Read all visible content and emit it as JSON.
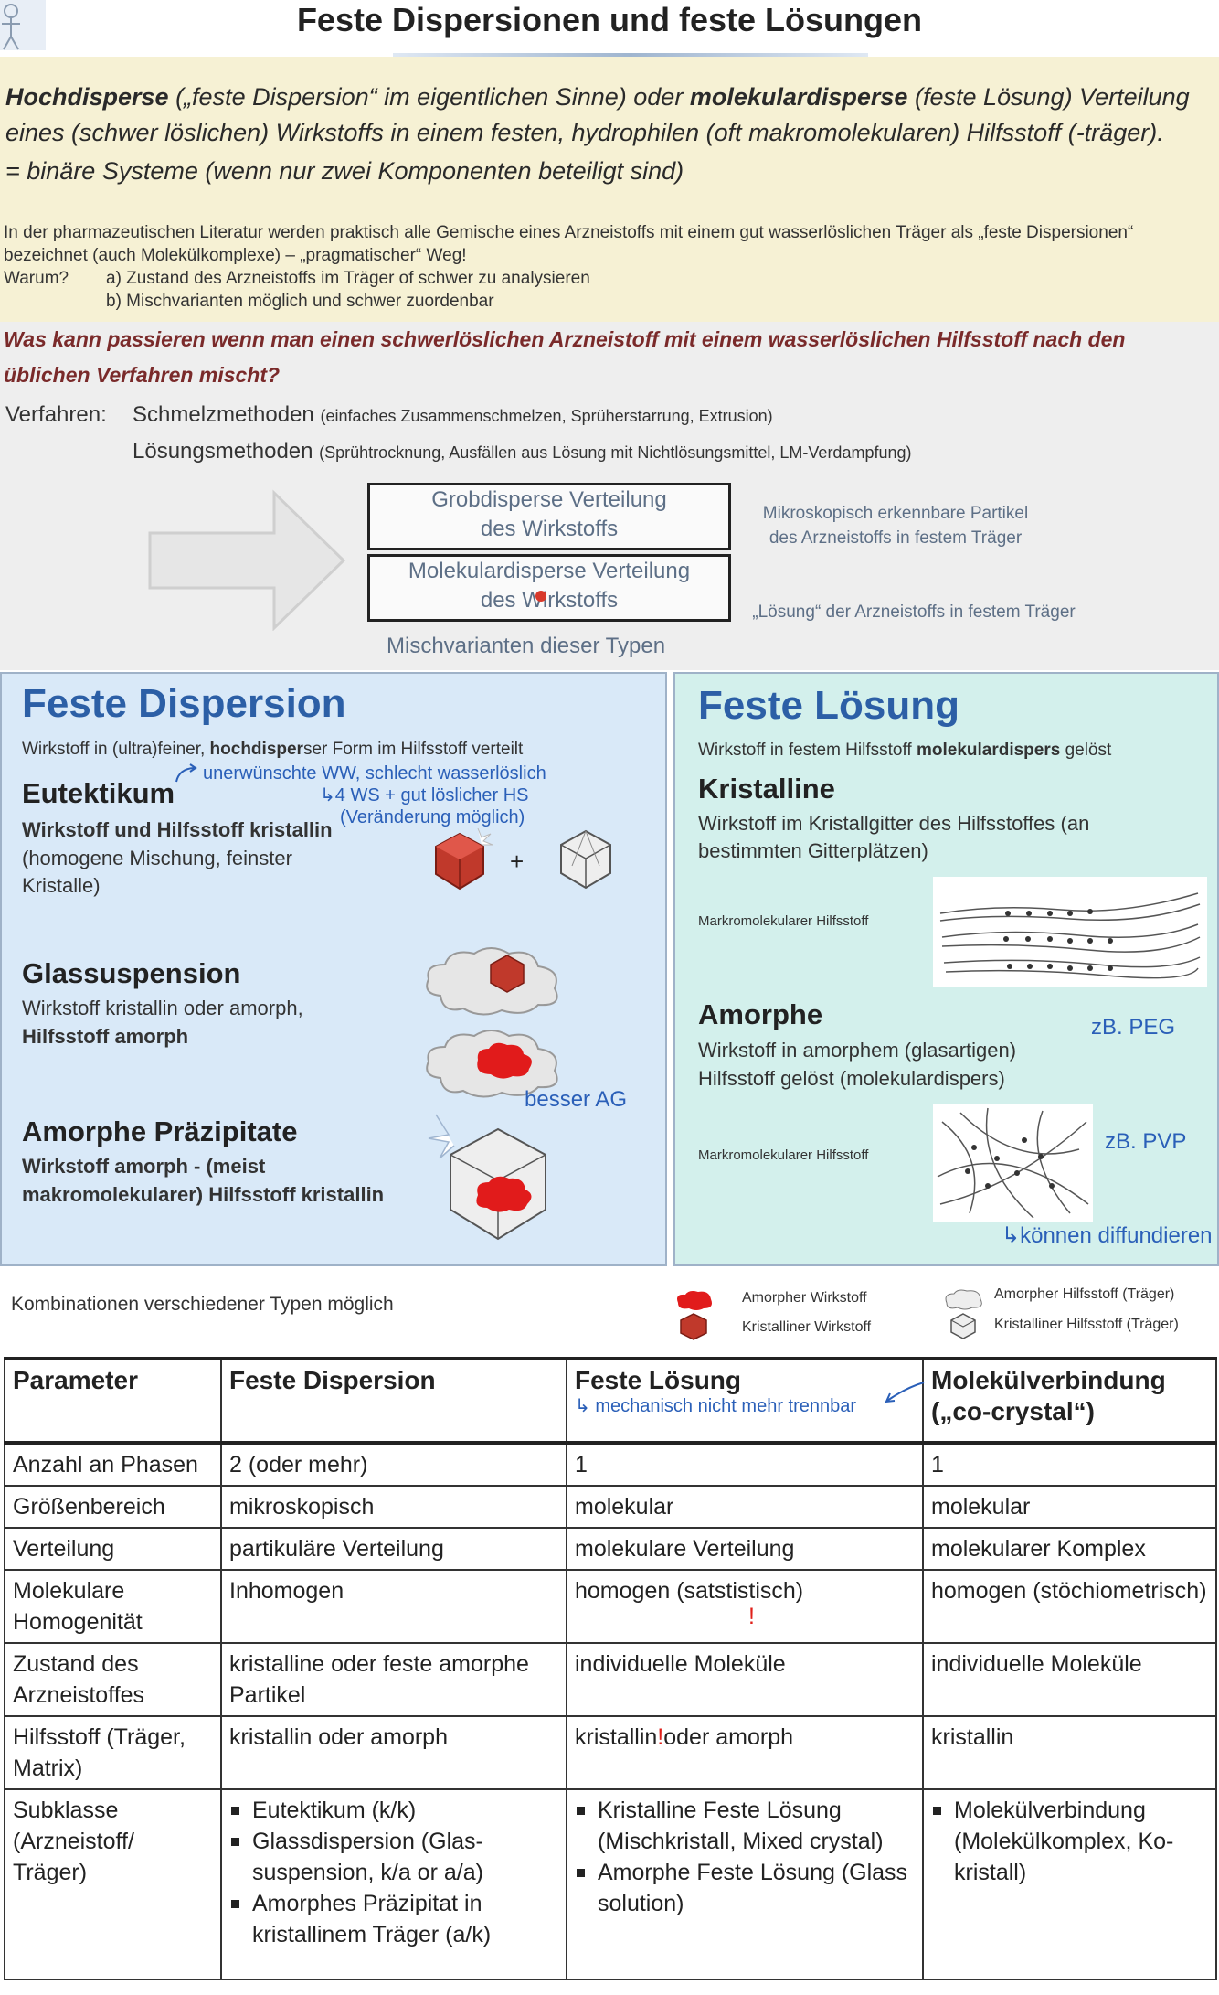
{
  "slide1": {
    "title": "Feste Dispersionen und feste Lösungen",
    "intro_line1_bold1": "Hochdisperse",
    "intro_line1_plain1": " („feste Dispersion“ im eigentlichen Sinne) oder ",
    "intro_line1_bold2": "molekulardisperse",
    "intro_line1_plain2": " (feste Lösung) Verteilung",
    "intro_line2": "eines (schwer löslichen) Wirkstoffs in einem festen, hydrophilen (oft makromolekularen) Hilfsstoff (-träger).",
    "intro_line3": "= binäre Systeme (wenn nur zwei Komponenten beteiligt sind)",
    "lit_line1": "In der pharmazeutischen Literatur werden praktisch alle Gemische eines Arzneistoffs mit einem gut wasserlöslichen Träger als „feste Dispersionen“",
    "lit_line2": "bezeichnet (auch Molekülkomplexe) – „pragmatischer“ Weg!",
    "warum_label": "Warum?",
    "warum_a": "a) Zustand des Arzneistoffs im Träger of schwer zu analysieren",
    "warum_b": "b) Mischvarianten möglich und schwer zuordenbar",
    "question_line1": "Was kann passieren wenn man einen schwerlöslichen Arzneistoff mit einem wasserlöslichen Hilfsstoff nach den",
    "question_line2": "üblichen Verfahren mischt?",
    "verfahren_label": "Verfahren:",
    "method1_name": "Schmelzmethoden",
    "method1_detail": "(einfaches Zusammenschmelzen, Sprüherstarrung, Extrusion)",
    "method2_name": "Lösungsmethoden",
    "method2_detail": "(Sprühtrocknung, Ausfällen aus Lösung mit Nichtlösungsmittel, LM-Verdampfung)",
    "box1_line1": "Grobdisperse Verteilung",
    "box1_line2": "des Wirkstoffs",
    "box2_line1": "Molekulardisperse Verteilung",
    "box2_line2": "des Wirkstoffs",
    "misch": "Mischvarianten dieser Typen",
    "note1_line1": "Mikroskopisch erkennbare Partikel",
    "note1_line2": "des Arzneistoffs in festem Träger",
    "note2": "„Lösung“ der Arzneistoffs in festem Träger"
  },
  "left_panel": {
    "title": "Feste Dispersion",
    "sub_plain1": "Wirkstoff in (ultra)feiner, ",
    "sub_bold": "hochdisper",
    "sub_plain2": "ser Form im Hilfsstoff verteilt",
    "note_a": "unerwünschte WW, schlecht wasserlöslich",
    "note_b": "4 WS + gut löslicher HS",
    "note_c": "(Veränderung möglich)",
    "eut_title": "Eutektikum",
    "eut_bold": "Wirkstoff und Hilfsstoff kristallin",
    "eut_line2": "(homogene Mischung, feinster",
    "eut_line3": "Kristalle)",
    "plus": "+",
    "glass_title": "Glassuspension",
    "glass_line1": "Wirkstoff kristallin oder amorph,",
    "glass_line2": "Hilfsstoff amorph",
    "besser": "besser AG",
    "amorph_title": "Amorphe Präzipitate",
    "amorph_line1": "Wirkstoff amorph - (meist",
    "amorph_line2": "makromolekularer) Hilfsstoff kristallin"
  },
  "right_panel": {
    "title": "Feste Lösung",
    "sub_plain1": "Wirkstoff in festem Hilfsstoff ",
    "sub_bold": "molekulardispers",
    "sub_plain2": " gelöst",
    "krist_title": "Kristalline",
    "krist_line1": "Wirkstoff im Kristallgitter des Hilfsstoffes (an",
    "krist_line2": "bestimmten Gitterplätzen)",
    "makro1": "Markromolekularer Hilfsstoff",
    "peg": "zB. PEG",
    "amorph_title": "Amorphe",
    "amorph_line1": "Wirkstoff in amorphem (glasartigen)",
    "amorph_line2": "Hilfsstoff gelöst (molekulardispers)",
    "makro2": "Markromolekularer Hilfsstoff",
    "pvp": "zB. PVP",
    "diff": "können diffundieren"
  },
  "legend": {
    "kombi": "Kombinationen verschiedener Typen möglich",
    "amorpher_wirkstoff": "Amorpher Wirkstoff",
    "kristalliner_wirkstoff": "Kristalliner Wirkstoff",
    "amorpher_hilfsstoff": "Amorpher Hilfsstoff (Träger)",
    "kristalliner_hilfsstoff": "Kristalliner Hilfsstoff (Träger)"
  },
  "table": {
    "headers": [
      "Parameter",
      "Feste Dispersion",
      "Feste Lösung",
      "Molekülverbindung"
    ],
    "header_note": "mechanisch nicht mehr trennbar",
    "header_last_line2": "(„co-crystal“)",
    "rows": [
      [
        "Anzahl an Phasen",
        "2 (oder mehr)",
        "1",
        "1"
      ],
      [
        "Größenbereich",
        "mikroskopisch",
        "molekular",
        "molekular"
      ],
      [
        "Verteilung",
        "partikuläre Verteilung",
        "molekulare Verteilung",
        "molekularer Komplex"
      ],
      [
        "Molekulare Homogenität",
        "Inhomogen",
        "homogen (satstistisch)",
        "homogen (stöchiometrisch)"
      ],
      [
        "Zustand des Arzneistoffes",
        "kristalline oder feste amorphe Partikel",
        "individuelle Moleküle",
        "individuelle Moleküle"
      ]
    ],
    "hilfs_label": "Hilfsstoff (Träger, Matrix)",
    "hilfs_fd": "kristallin oder amorph",
    "hilfs_fl_a": "kristallin",
    "hilfs_fl_b": "oder amorph",
    "hilfs_mv": "kristallin",
    "excl": "!",
    "sub_label": "Subklasse (Arzneistoff/ Träger)",
    "sub_fd": [
      "Eutektikum (k/k)",
      "Glassdispersion (Glas-suspension, k/a or a/a)",
      "Amorphes Präzipitat in kristallinem Träger (a/k)"
    ],
    "sub_fl": [
      "Kristalline Feste Lösung (Mischkristall, Mixed crystal)",
      "Amorphe Feste Lösung (Glass solution)"
    ],
    "sub_mv": [
      "Molekülverbindung (Molekülkomplex, Ko-kristall)"
    ]
  }
}
